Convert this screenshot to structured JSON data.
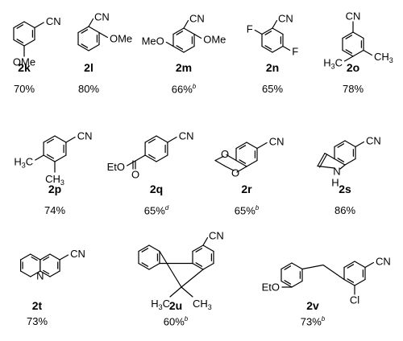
{
  "compounds": [
    {
      "id": "2k",
      "yield": "70%",
      "note": "",
      "groups": [
        "CN",
        "OMe"
      ]
    },
    {
      "id": "2l",
      "yield": "80%",
      "note": "",
      "groups": [
        "CN",
        "OMe"
      ]
    },
    {
      "id": "2m",
      "yield": "66%",
      "note": "b",
      "groups": [
        "CN",
        "MeO",
        "OMe"
      ]
    },
    {
      "id": "2n",
      "yield": "65%",
      "note": "",
      "groups": [
        "F",
        "CN",
        "F"
      ]
    },
    {
      "id": "2o",
      "yield": "78%",
      "note": "",
      "groups": [
        "CN",
        "H3C",
        "CH3"
      ]
    },
    {
      "id": "2p",
      "yield": "74%",
      "note": "",
      "groups": [
        "CN",
        "H3C",
        "CH3"
      ]
    },
    {
      "id": "2q",
      "yield": "65%",
      "note": "d",
      "groups": [
        "CN",
        "EtO",
        "O"
      ]
    },
    {
      "id": "2r",
      "yield": "65%",
      "note": "b",
      "groups": [
        "CN",
        "O",
        "O"
      ]
    },
    {
      "id": "2s",
      "yield": "86%",
      "note": "",
      "groups": [
        "CN",
        "N",
        "H"
      ]
    },
    {
      "id": "2t",
      "yield": "73%",
      "note": "",
      "groups": [
        "CN",
        "N"
      ]
    },
    {
      "id": "2u",
      "yield": "60%",
      "note": "b",
      "groups": [
        "CN",
        "H3C",
        "CH3"
      ]
    },
    {
      "id": "2v",
      "yield": "73%",
      "note": "b",
      "groups": [
        "CN",
        "EtO",
        "Cl"
      ]
    }
  ]
}
